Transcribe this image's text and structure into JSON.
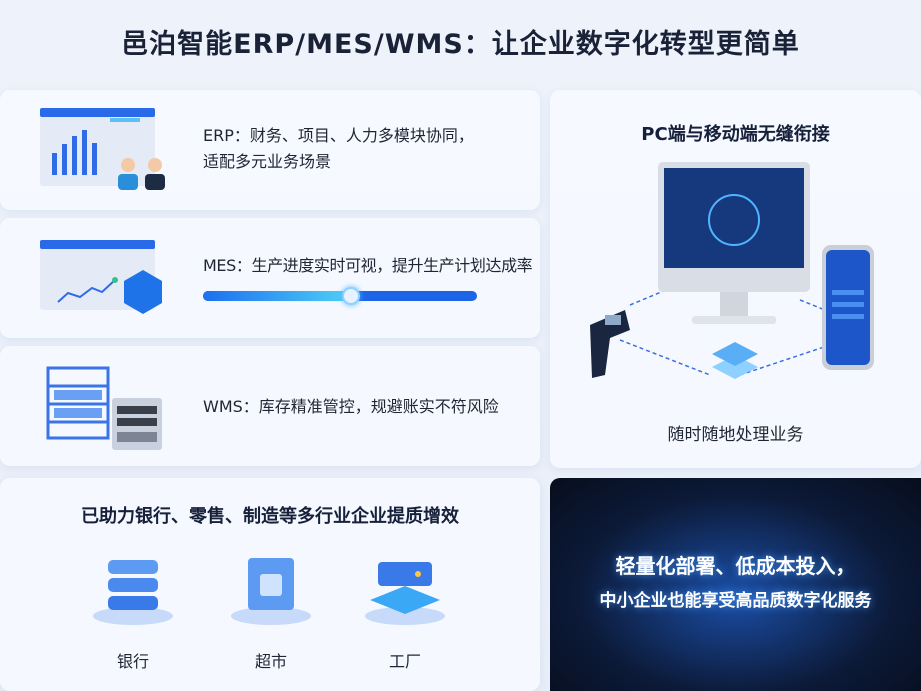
{
  "title": "邑泊智能ERP/MES/WMS：让企业数字化转型更简单",
  "modules": [
    {
      "line1": "ERP：财务、项目、人力多模块协同，",
      "line2": "适配多元业务场景"
    },
    {
      "line1": "MES：生产进度实时可视，提升生产计划达成率",
      "progress": 0.54
    },
    {
      "line1": "WMS：库存精准管控，规避账实不符风险"
    }
  ],
  "devices": {
    "title": "PC端与移动端无缝衔接",
    "caption": "随时随地处理业务"
  },
  "industries": {
    "title": "已助力银行、零售、制造等多行业企业提质增效",
    "items": [
      {
        "label": "银行"
      },
      {
        "label": "超市"
      },
      {
        "label": "工厂"
      }
    ]
  },
  "promo": {
    "line1": "轻量化部署、低成本投入，",
    "line2": "中小企业也能享受高品质数字化服务"
  },
  "colors": {
    "accent": "#1d64e8",
    "dark_bg": "#0c1a38"
  }
}
